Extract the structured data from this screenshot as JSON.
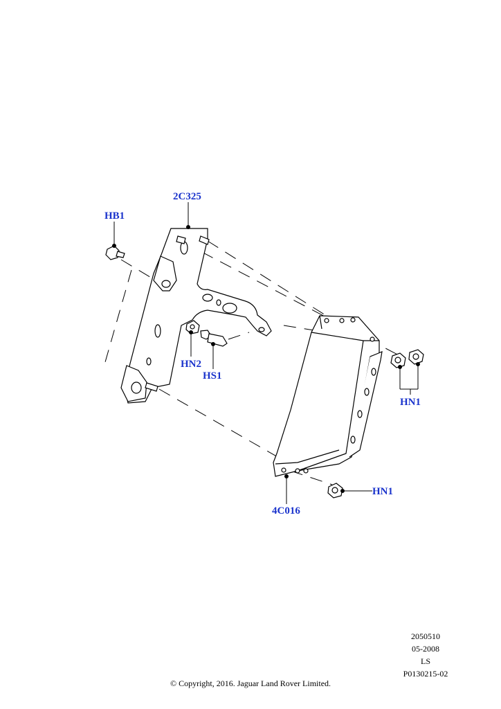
{
  "callouts": {
    "bracket": "2C325",
    "bolt_hb1": "HB1",
    "nut_hn2": "HN2",
    "stud_hs1": "HS1",
    "nut_hn1_pair": "HN1",
    "nut_hn1_single": "HN1",
    "module": "4C016"
  },
  "footer": {
    "code": "2050510",
    "date": "05-2008",
    "line": "LS",
    "part_ref": "P0130215-02",
    "copyright": "© Copyright, 2016. Jaguar Land Rover Limited."
  },
  "colors": {
    "callout_text": "#1a33cc",
    "line_art": "#000000",
    "background": "#ffffff"
  }
}
